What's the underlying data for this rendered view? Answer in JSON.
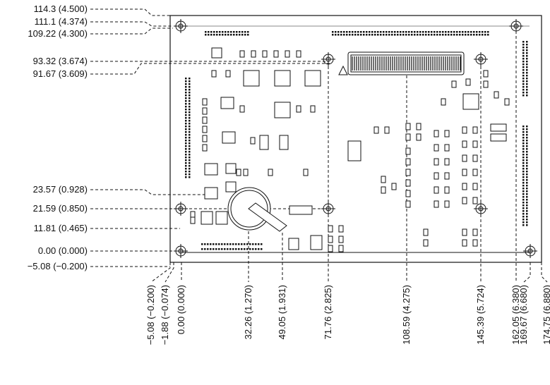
{
  "y_dimensions": [
    "114.3 (4.500)",
    "111.1 (4.374)",
    "109.22 (4.300)",
    "93.32 (3.674)",
    "91.67 (3.609)",
    "23.57 (0.928)",
    "21.59 (0.850)",
    "11.81 (0.465)",
    "0.00 (0.000)",
    "−5.08 (−0.200)"
  ],
  "x_dimensions": [
    "−5.08 (−0.200)",
    "−1.88 (−0.074)",
    "0.00 (0.000)",
    "32.26 (1.270)",
    "49.05 (1.931)",
    "71.76 (2.825)",
    "108.59 (4.275)",
    "145.39 (5.724)",
    "162.05 (6.380)",
    "169.67 (6.680)",
    "174.75 (6.880)"
  ],
  "icons": {
    "mounting_hole": "crosshair-circle-icon",
    "warning": "warning-triangle-icon"
  }
}
